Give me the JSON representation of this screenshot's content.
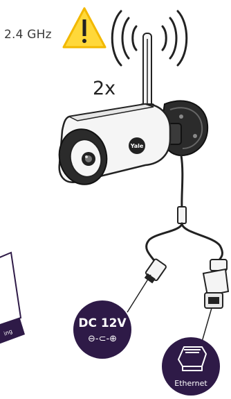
{
  "wifi": {
    "frequency_label": "2.4 GHz",
    "warning_glyph": "!"
  },
  "camera": {
    "quantity_label": "2x",
    "brand": "Yale"
  },
  "power": {
    "label": "DC 12V",
    "polarity_symbol": "⊖-⊂-⊕"
  },
  "network": {
    "label": "Ethernet"
  },
  "card": {
    "partial_text": "ing"
  },
  "colors": {
    "badge": "#2e1a47",
    "warning_fill": "#ffd83a",
    "line": "#3a3a3a",
    "camera_body": "#f5f5f5",
    "camera_dark": "#2b2b2b"
  }
}
